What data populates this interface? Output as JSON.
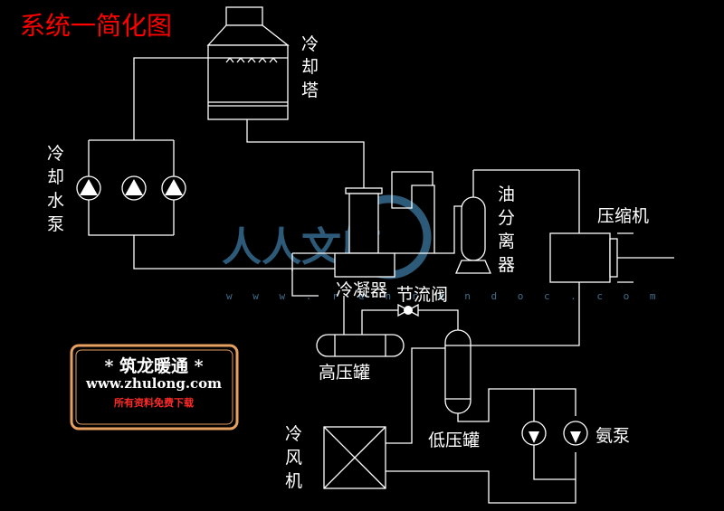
{
  "title": "系统一简化图",
  "labels": {
    "cooling_tower": "冷却塔",
    "cooling_pump": "冷却水泵",
    "oil_separator": "油分离器",
    "compressor": "压缩机",
    "condenser": "冷凝器",
    "throttle_valve": "节流阀",
    "high_pressure_tank": "高压罐",
    "low_pressure_tank": "低压罐",
    "air_cooler": "冷风机",
    "ammonia_pump": "氨泵"
  },
  "watermark": {
    "text": "人人文库",
    "url": "w w w . r e n r e n d o c . c o m"
  },
  "logo_box": {
    "line1": "* 筑龙暖通 *",
    "line2": "www.zhulong.com",
    "line3": "所有资料免费下载",
    "border_color": "#e8a060"
  },
  "colors": {
    "title": "#ff0000",
    "lines": "#ffffff",
    "watermark": "#2c5a78"
  }
}
